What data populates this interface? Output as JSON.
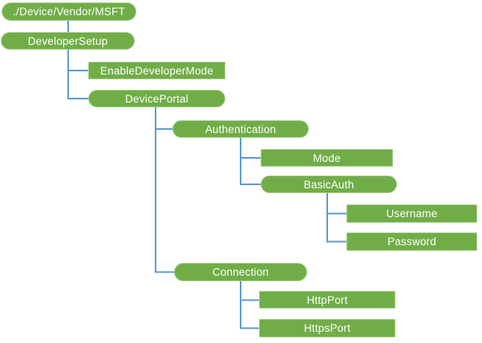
{
  "colors": {
    "node-fill": "#70AD47",
    "node-border": "#A9D18E",
    "connector": "#5B9BD5",
    "node-text": "#FFFFFF",
    "background": "#FFFFFF"
  },
  "nodes": [
    {
      "id": "root",
      "label": "./Device/Vendor/MSFT",
      "shape": "pill",
      "parent": null
    },
    {
      "id": "developer-setup",
      "label": "DeveloperSetup",
      "shape": "pill",
      "parent": "root"
    },
    {
      "id": "enable-developer-mode",
      "label": "EnableDeveloperMode",
      "shape": "rect",
      "parent": "developer-setup"
    },
    {
      "id": "device-portal",
      "label": "DevicePortal",
      "shape": "pill",
      "parent": "developer-setup"
    },
    {
      "id": "authentication",
      "label": "Authentication",
      "shape": "pill",
      "parent": "device-portal"
    },
    {
      "id": "mode",
      "label": "Mode",
      "shape": "rect",
      "parent": "authentication"
    },
    {
      "id": "basic-auth",
      "label": "BasicAuth",
      "shape": "pill",
      "parent": "authentication"
    },
    {
      "id": "username",
      "label": "Username",
      "shape": "rect",
      "parent": "basic-auth"
    },
    {
      "id": "password",
      "label": "Password",
      "shape": "rect",
      "parent": "basic-auth"
    },
    {
      "id": "connection",
      "label": "Connection",
      "shape": "pill",
      "parent": "device-portal"
    },
    {
      "id": "http-port",
      "label": "HttpPort",
      "shape": "rect",
      "parent": "connection"
    },
    {
      "id": "https-port",
      "label": "HttpsPort",
      "shape": "rect",
      "parent": "connection"
    }
  ]
}
